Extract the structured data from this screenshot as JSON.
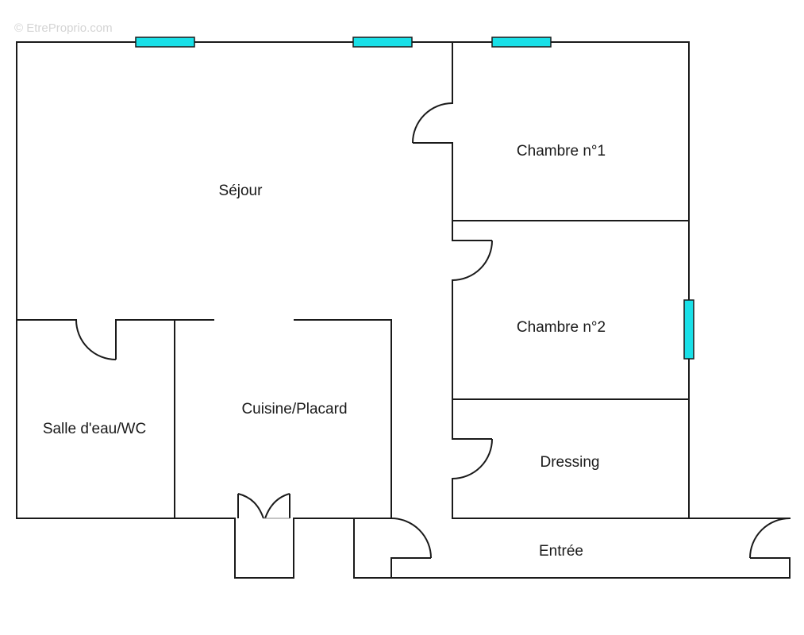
{
  "watermark": "© EtreProprio.com",
  "colors": {
    "wall": "#1a1a1a",
    "window": "#19e0e8",
    "background": "#ffffff"
  },
  "rooms": {
    "sejour": "Séjour",
    "chambre1": "Chambre n°1",
    "chambre2": "Chambre n°2",
    "salle_eau": "Salle d'eau/WC",
    "cuisine": "Cuisine/Placard",
    "dressing": "Dressing",
    "entree": "Entrée"
  }
}
